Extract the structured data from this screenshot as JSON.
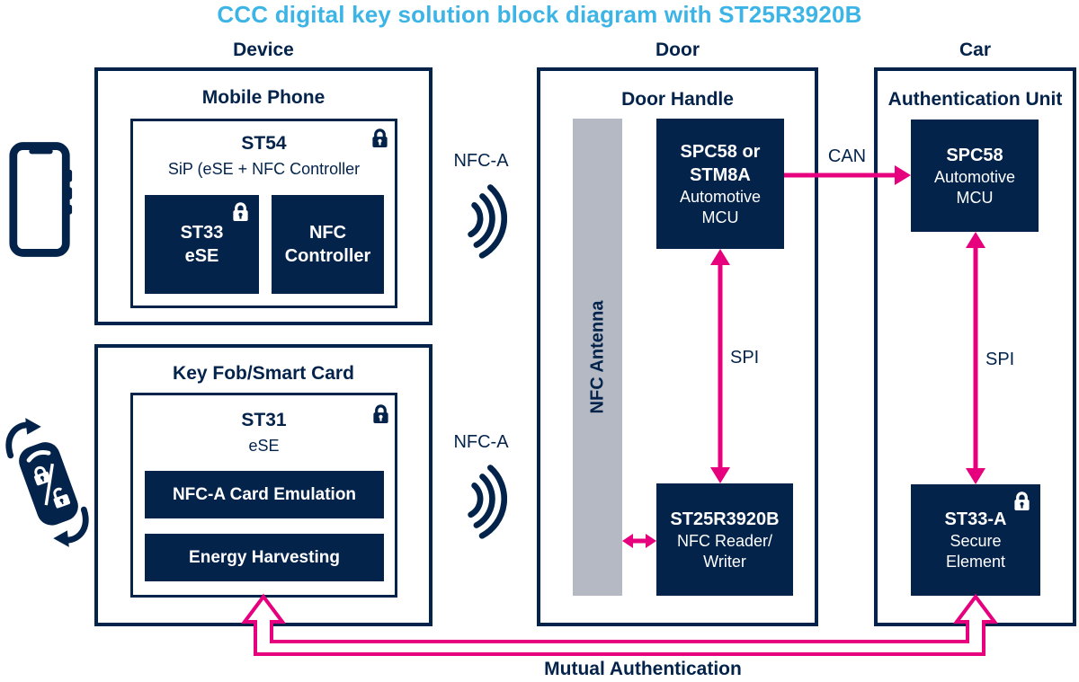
{
  "title": "CCC digital key solution block diagram with ST25R3920B",
  "columns": {
    "device": "Device",
    "door": "Door",
    "car": "Car"
  },
  "device": {
    "mobile_phone": {
      "label": "Mobile Phone",
      "st54": {
        "title": "ST54",
        "subtitle": "SiP (eSE + NFC Controller"
      },
      "st33": {
        "line1": "ST33",
        "line2": "eSE"
      },
      "nfc_controller": {
        "line1": "NFC",
        "line2": "Controller"
      }
    },
    "key_fob": {
      "label": "Key Fob/Smart Card",
      "st31": {
        "title": "ST31",
        "subtitle": "eSE"
      },
      "features": {
        "card_emulation": "NFC-A Card Emulation",
        "energy_harvesting": "Energy Harvesting"
      }
    }
  },
  "door": {
    "label": "Door Handle",
    "antenna": "NFC Antenna",
    "mcu": {
      "line1": "SPC58 or",
      "line2": "STM8A",
      "line3": "Automotive",
      "line4": "MCU"
    },
    "nfc_reader": {
      "line1": "ST25R3920B",
      "line2": "NFC Reader/",
      "line3": "Writer"
    }
  },
  "car": {
    "label": "Authentication Unit",
    "mcu": {
      "line1": "SPC58",
      "line2": "Automotive",
      "line3": "MCU"
    },
    "secure_element": {
      "line1": "ST33-A",
      "line2": "Secure",
      "line3": "Element"
    }
  },
  "connections": {
    "nfc_top": "NFC-A",
    "nfc_bottom": "NFC-A",
    "can": "CAN",
    "spi_door": "SPI",
    "spi_car": "SPI",
    "mutual_auth": "Mutual Authentication"
  },
  "icons": {
    "phone": "smartphone-icon",
    "key_fob": "key-fob-rotation-icon",
    "lock": "padlock-icon",
    "nfc_wave": "nfc-signal-icon"
  },
  "colors": {
    "navy": "#03234B",
    "magenta": "#E6007E",
    "title_blue": "#3CB4E6",
    "antenna_gray": "#B4B9C3"
  }
}
